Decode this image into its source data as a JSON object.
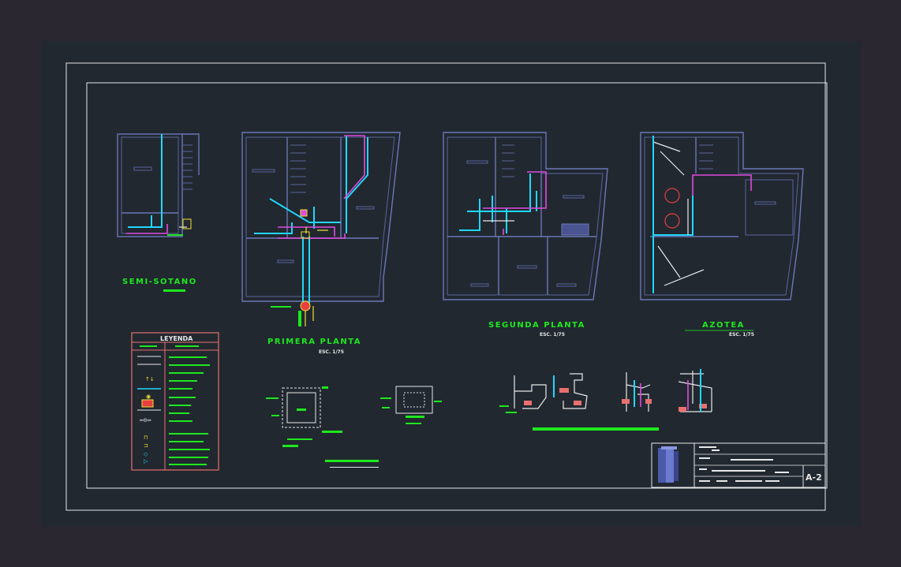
{
  "plans": {
    "semisotano": {
      "title": "SEMI-SOTANO"
    },
    "primera": {
      "title": "PRIMERA PLANTA",
      "scale": "ESC. 1/75"
    },
    "segunda": {
      "title": "SEGUNDA PLANTA",
      "scale": "ESC. 1/75"
    },
    "azotea": {
      "title": "AZOTEA",
      "scale": "ESC. 1/75"
    }
  },
  "legend": {
    "title": "LEYENDA"
  },
  "titleblock": {
    "sheet": "A-2"
  },
  "colors": {
    "background": "#2b2730",
    "viewport": "#212830",
    "frame": "#e8e8e8",
    "walls": "#6c77b8",
    "cold_water": "#20d8ff",
    "hot_water": "#e04be0",
    "labels": "#1ee81e",
    "legend_border": "#e8706e"
  }
}
